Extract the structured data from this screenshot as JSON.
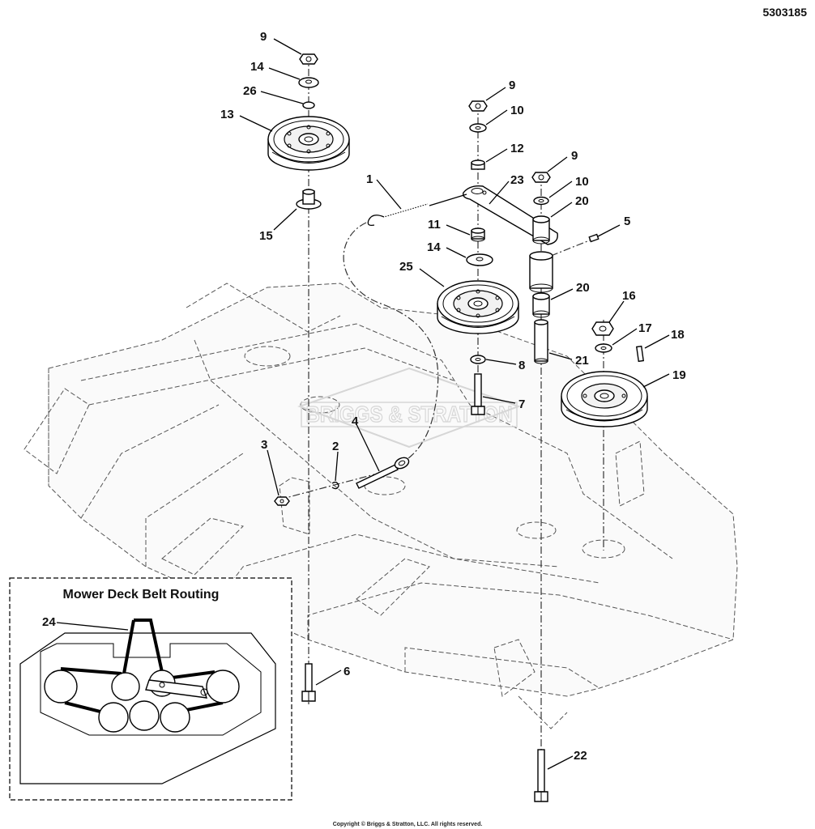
{
  "document": {
    "number": "5303185",
    "copyright": "Copyright © Briggs & Stratton, LLC. All rights reserved.",
    "watermark": "BRIGGS & STRATTON"
  },
  "inset": {
    "title": "Mower Deck Belt Routing",
    "callout": "24"
  },
  "callouts": [
    "9",
    "14",
    "26",
    "13",
    "15",
    "1",
    "23",
    "9",
    "10",
    "12",
    "9",
    "10",
    "20",
    "11",
    "5",
    "14",
    "25",
    "20",
    "16",
    "17",
    "18",
    "8",
    "21",
    "19",
    "7",
    "4",
    "3",
    "2",
    "6",
    "22"
  ],
  "colors": {
    "line": "#000000",
    "deck": "#555555",
    "watermark": "#d6d6d6",
    "belt": "#000000"
  }
}
